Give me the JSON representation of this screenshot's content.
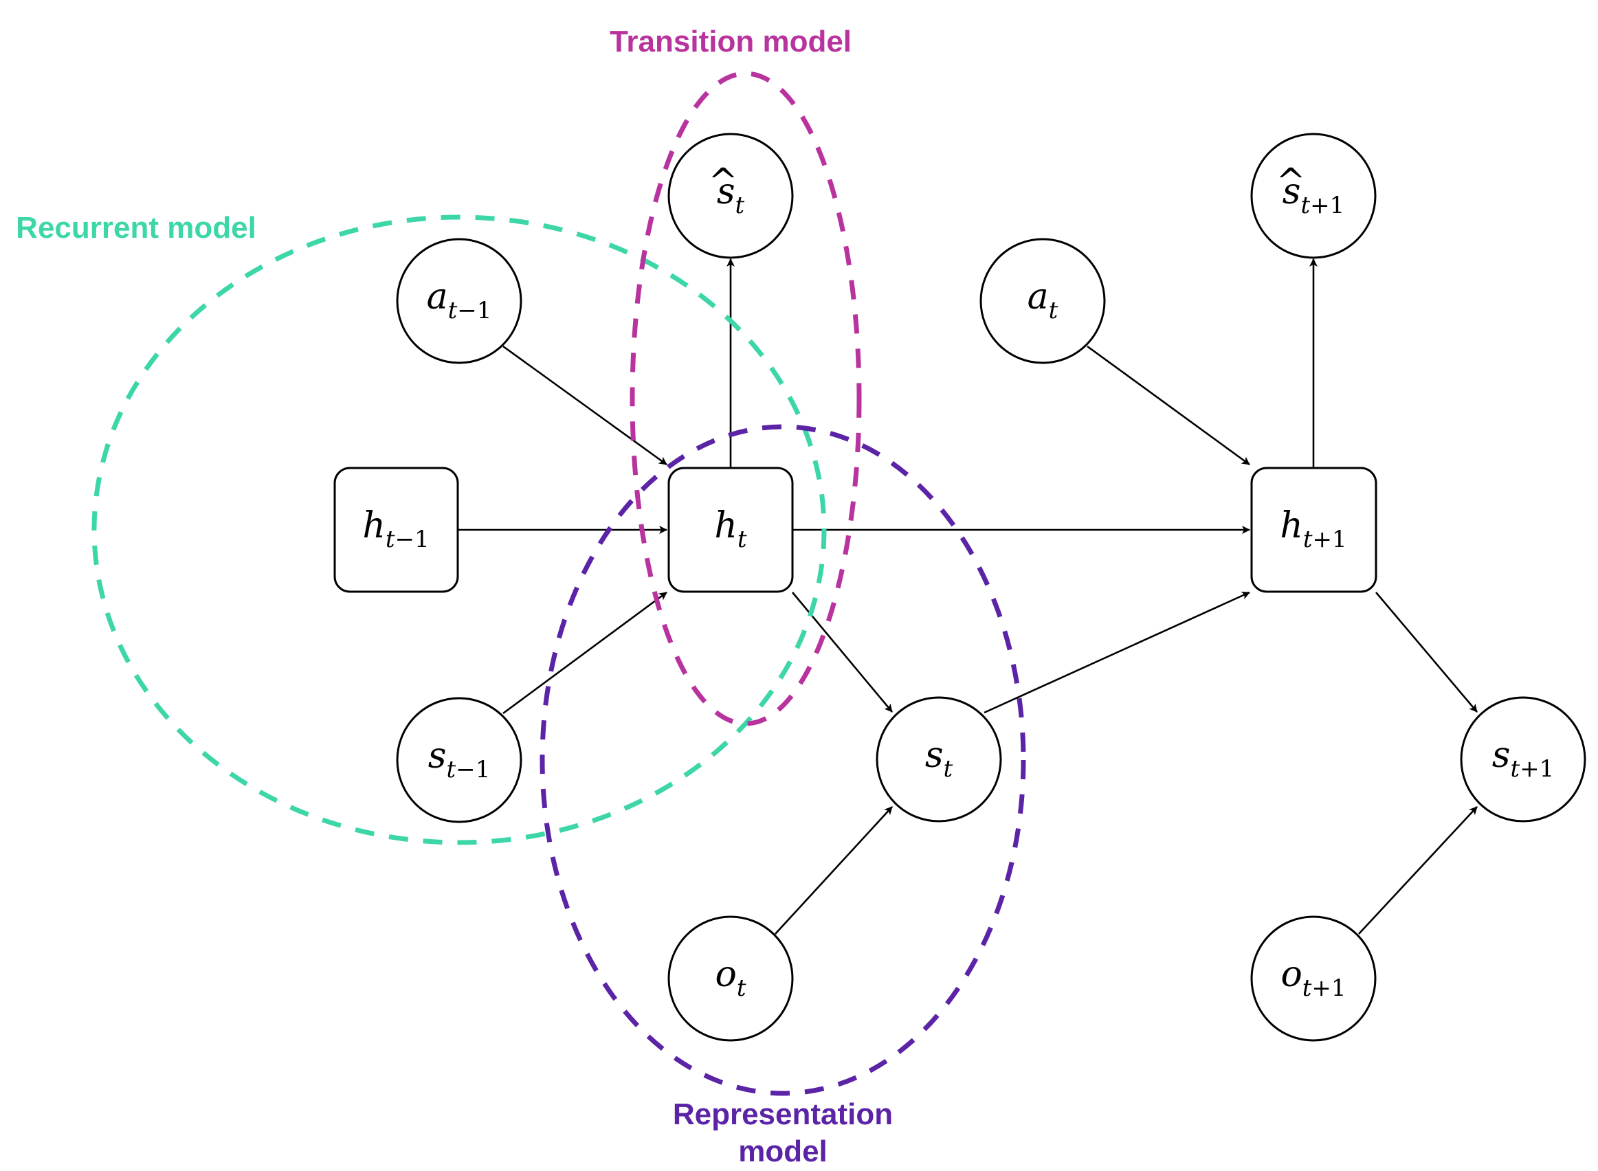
{
  "colors": {
    "recurrent": "#3dd6a8",
    "transition": "#b8339e",
    "representation": "#5b23a6",
    "stroke": "#000000"
  },
  "regions": {
    "recurrent": "Recurrent model",
    "transition": "Transition model",
    "representation_line1": "Representation",
    "representation_line2": "model"
  },
  "nodes": {
    "h_prev": {
      "base": "h",
      "sub_var": "t",
      "sub_rest": "−1",
      "hat": ""
    },
    "h_t": {
      "base": "h",
      "sub_var": "t",
      "sub_rest": "",
      "hat": ""
    },
    "h_next": {
      "base": "h",
      "sub_var": "t",
      "sub_rest": "+1",
      "hat": ""
    },
    "a_prev": {
      "base": "a",
      "sub_var": "t",
      "sub_rest": "−1",
      "hat": ""
    },
    "a_t": {
      "base": "a",
      "sub_var": "t",
      "sub_rest": "",
      "hat": ""
    },
    "s_prev": {
      "base": "s",
      "sub_var": "t",
      "sub_rest": "−1",
      "hat": ""
    },
    "s_t": {
      "base": "s",
      "sub_var": "t",
      "sub_rest": "",
      "hat": ""
    },
    "s_next": {
      "base": "s",
      "sub_var": "t",
      "sub_rest": "+1",
      "hat": ""
    },
    "shat_t": {
      "base": "s",
      "sub_var": "t",
      "sub_rest": "",
      "hat": "^"
    },
    "shat_next": {
      "base": "s",
      "sub_var": "t",
      "sub_rest": "+1",
      "hat": "^"
    },
    "o_t": {
      "base": "o",
      "sub_var": "t",
      "sub_rest": "",
      "hat": ""
    },
    "o_next": {
      "base": "o",
      "sub_var": "t",
      "sub_rest": "+1",
      "hat": ""
    }
  }
}
